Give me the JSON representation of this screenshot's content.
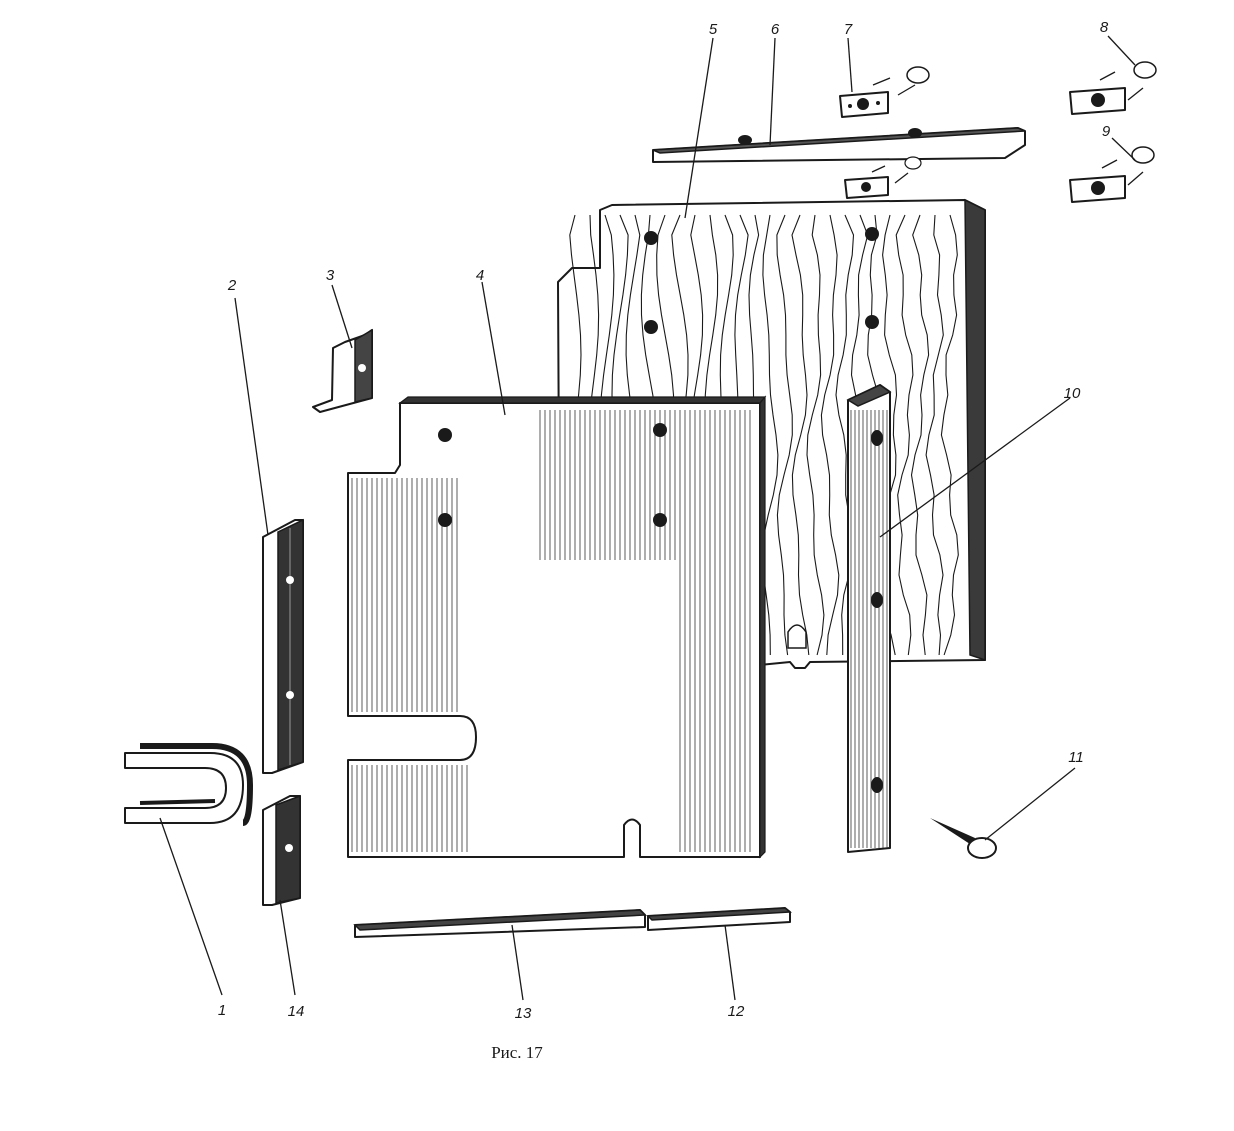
{
  "figure": {
    "caption": "Рис. 17",
    "labels": [
      {
        "id": "1",
        "text": "1"
      },
      {
        "id": "2",
        "text": "2"
      },
      {
        "id": "3",
        "text": "3"
      },
      {
        "id": "4",
        "text": "4"
      },
      {
        "id": "5",
        "text": "5"
      },
      {
        "id": "6",
        "text": "6"
      },
      {
        "id": "7",
        "text": "7"
      },
      {
        "id": "8",
        "text": "8"
      },
      {
        "id": "9",
        "text": "9"
      },
      {
        "id": "10",
        "text": "10"
      },
      {
        "id": "11",
        "text": "11"
      },
      {
        "id": "12",
        "text": "12"
      },
      {
        "id": "13",
        "text": "13"
      },
      {
        "id": "14",
        "text": "14"
      }
    ]
  }
}
